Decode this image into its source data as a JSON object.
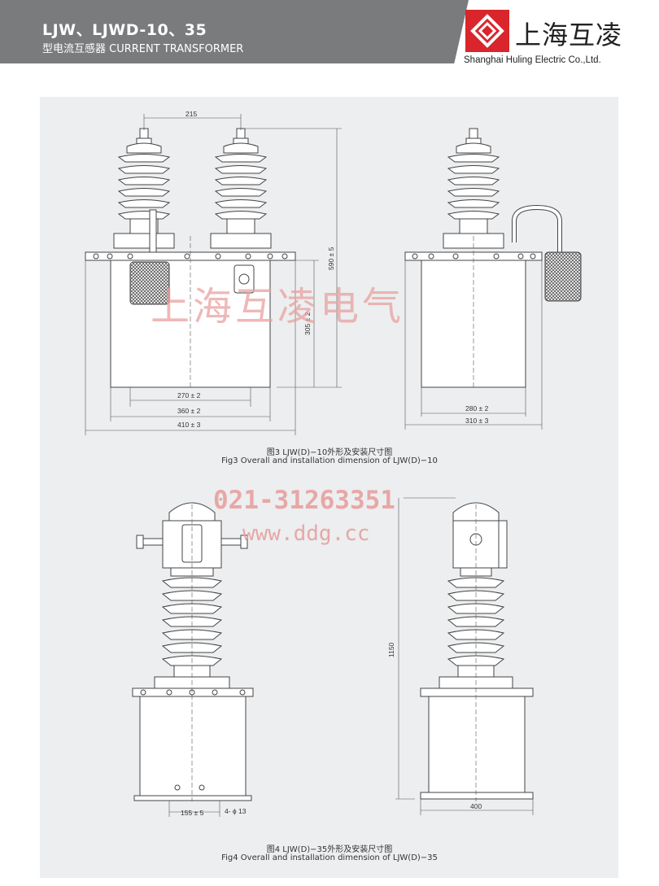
{
  "header": {
    "title": "LJW、LJWD-10、35",
    "subtitle": "型电流互感器 CURRENT TRANSFORMER"
  },
  "brand": {
    "name_cn": "上海互凌",
    "name_en": "Shanghai Huling Electric Co.,Ltd.",
    "logo_color": "#d9252b"
  },
  "watermark": {
    "name": "上海互凌电气",
    "phone": "021-31263351",
    "website": "www.ddg.cc"
  },
  "fig3": {
    "caption_cn": "图3 LJW(D)−10外形及安装尺寸图",
    "caption_en": "Fig3 Overall and installation dimension of LJW(D)−10",
    "dims": {
      "top": "215",
      "height": "590 ± 5",
      "body_height": "305 ± 2",
      "w1": "270 ± 2",
      "w2": "360 ± 2",
      "w3": "410 ± 3",
      "side1": "280 ± 2",
      "side2": "310 ± 3"
    }
  },
  "fig4": {
    "caption_cn": "图4 LJW(D)−35外形及安装尺寸图",
    "caption_en": "Fig4 Overall and installation dimension of LJW(D)−35",
    "dims": {
      "height": "1150",
      "base": "155 ± 5",
      "holes": "4- ϕ 13",
      "side_width": "400"
    }
  }
}
